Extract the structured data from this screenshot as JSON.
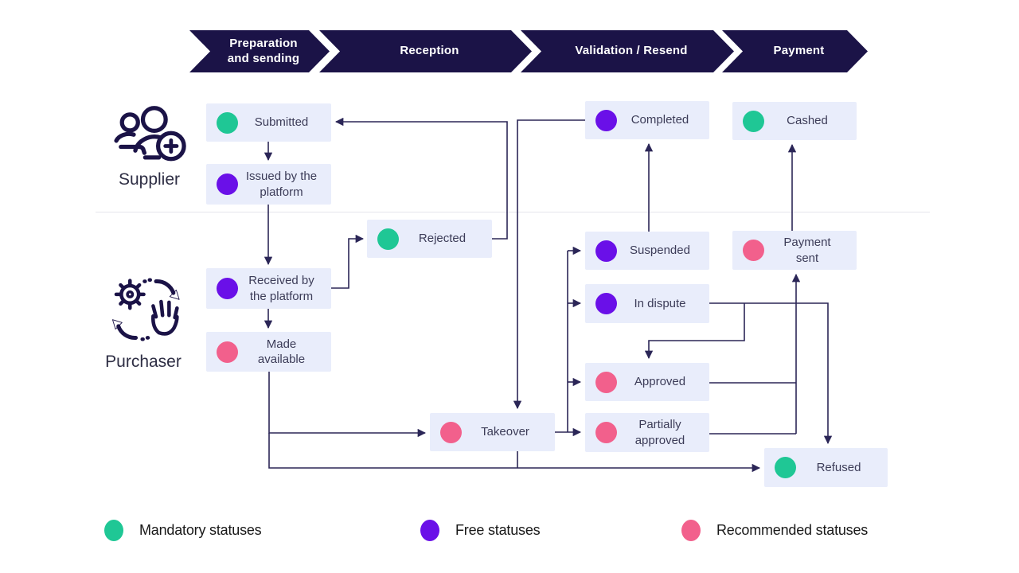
{
  "colors": {
    "navy": "#1b1347",
    "line": "#2b2657",
    "boxbg": "#e9edfb",
    "boxtext": "#3c3c58",
    "divider": "#e6e6ec",
    "legendtext": "#191919"
  },
  "phases": [
    {
      "label": "Preparation\nand sending"
    },
    {
      "label": "Reception"
    },
    {
      "label": "Validation / Resend"
    },
    {
      "label": "Payment"
    }
  ],
  "lanes": {
    "supplier": {
      "label": "Supplier"
    },
    "purchaser": {
      "label": "Purchaser"
    }
  },
  "legend": {
    "mandatory": {
      "label": "Mandatory statuses",
      "color": "#1fc795"
    },
    "free": {
      "label": "Free statuses",
      "color": "#6a10e8"
    },
    "recommended": {
      "label": "Recommended statuses",
      "color": "#f2608c"
    }
  },
  "statuses": {
    "submitted": {
      "label": "Submitted",
      "type": "mandatory"
    },
    "issued": {
      "label": "Issued by the\nplatform",
      "type": "free"
    },
    "completed": {
      "label": "Completed",
      "type": "free"
    },
    "cashed": {
      "label": "Cashed",
      "type": "mandatory"
    },
    "rejected": {
      "label": "Rejected",
      "type": "mandatory"
    },
    "received": {
      "label": "Received by\nthe platform",
      "type": "free"
    },
    "suspended": {
      "label": "Suspended",
      "type": "free"
    },
    "payment_sent": {
      "label": "Payment\nsent",
      "type": "recommended"
    },
    "in_dispute": {
      "label": "In dispute",
      "type": "free"
    },
    "made_available": {
      "label": "Made\navailable",
      "type": "recommended"
    },
    "approved": {
      "label": "Approved",
      "type": "recommended"
    },
    "takeover": {
      "label": "Takeover",
      "type": "recommended"
    },
    "partially_approved": {
      "label": "Partially\napproved",
      "type": "recommended"
    },
    "refused": {
      "label": "Refused",
      "type": "mandatory"
    }
  }
}
